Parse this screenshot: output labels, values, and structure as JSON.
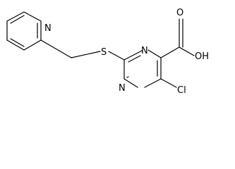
{
  "colors": {
    "bond": "#000000",
    "text": "#000000",
    "background": "#ffffff"
  },
  "atoms": {
    "pyridine_n": "N",
    "sulfur": "S",
    "pyrimidine_n_upper": "N",
    "pyrimidine_n_lower": "N",
    "carbonyl_o": "O",
    "hydroxyl": "OH",
    "chlorine": "Cl"
  }
}
